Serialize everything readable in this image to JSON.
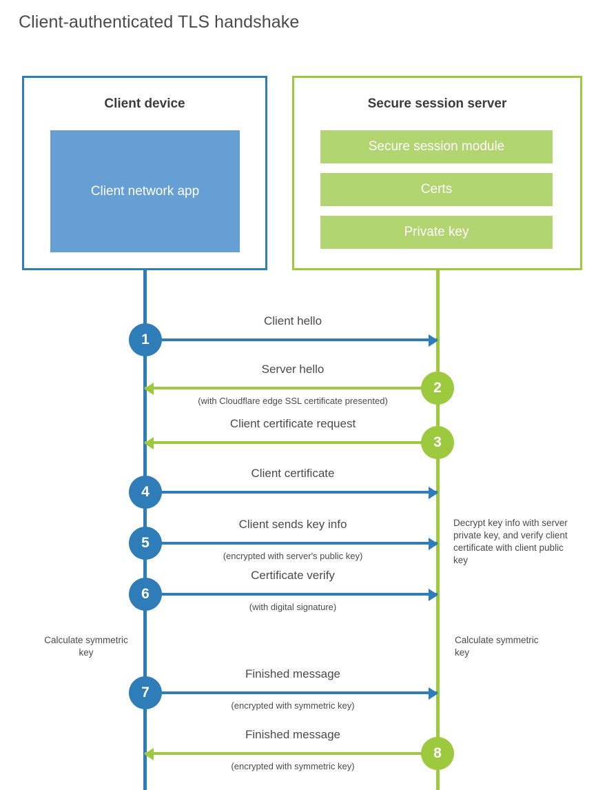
{
  "diagram": {
    "title": "Client-authenticated TLS handshake",
    "type": "sequence-diagram",
    "colors": {
      "client_accent": "#2e7cb8",
      "client_fill": "#669fd4",
      "server_accent": "#9dc93f",
      "server_fill": "#b2d471",
      "text": "#4a4a4a",
      "background": "#ffffff"
    }
  },
  "client": {
    "title": "Client device",
    "app_label": "Client network app"
  },
  "server": {
    "title": "Secure session server",
    "components": [
      {
        "label": "Secure session module"
      },
      {
        "label": "Certs"
      },
      {
        "label": "Private key"
      }
    ]
  },
  "messages": [
    {
      "number": "1",
      "label": "Client hello",
      "sublabel": "",
      "direction": "client-to-server",
      "badge_side": "client"
    },
    {
      "number": "2",
      "label": "Server hello",
      "sublabel": "(with Cloudflare edge SSL certificate presented)",
      "direction": "server-to-client",
      "badge_side": "server"
    },
    {
      "number": "3",
      "label": "Client certificate request",
      "sublabel": "",
      "direction": "server-to-client",
      "badge_side": "server"
    },
    {
      "number": "4",
      "label": "Client certificate",
      "sublabel": "",
      "direction": "client-to-server",
      "badge_side": "client"
    },
    {
      "number": "5",
      "label": "Client sends key info",
      "sublabel": "(encrypted with server's public key)",
      "direction": "client-to-server",
      "badge_side": "client"
    },
    {
      "number": "6",
      "label": "Certificate verify",
      "sublabel": "(with digital signature)",
      "direction": "client-to-server",
      "badge_side": "client"
    },
    {
      "number": "7",
      "label": "Finished message",
      "sublabel": "(encrypted with symmetric key)",
      "direction": "client-to-server",
      "badge_side": "client"
    },
    {
      "number": "8",
      "label": "Finished message",
      "sublabel": "(encrypted with symmetric key)",
      "direction": "server-to-client",
      "badge_side": "server"
    }
  ],
  "annotations": {
    "server_decrypt_note": "Decrypt key info with server private key, and verify client certificate with client public key",
    "calculate_symmetric_key_client": "Calculate symmetric key",
    "calculate_symmetric_key_server": "Calculate symmetric key"
  }
}
